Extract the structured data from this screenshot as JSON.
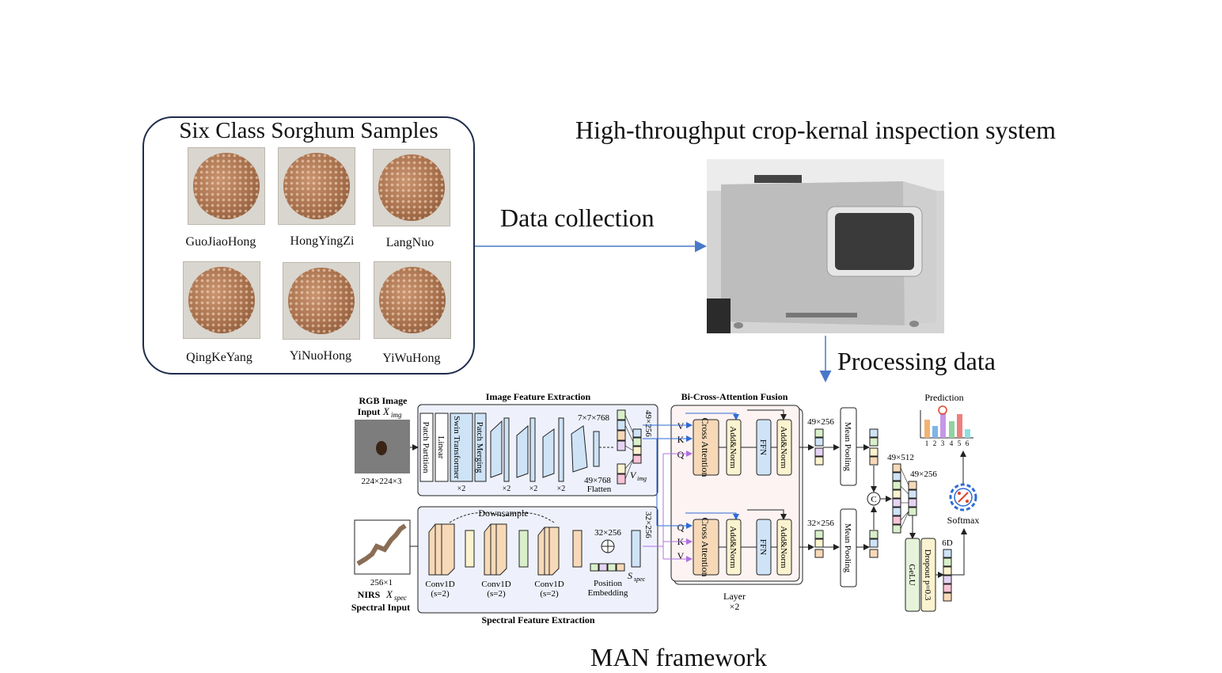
{
  "samples": {
    "title": "Six Class Sorghum Samples",
    "items": [
      "GuoJiaoHong",
      "HongYingZi",
      "LangNuo",
      "QingKeYang",
      "YiNuoHong",
      "YiWuHong"
    ]
  },
  "system_title": "High-throughput crop-kernal inspection system",
  "data_collection": "Data collection",
  "processing_data": "Processing data",
  "framework_title": "MAN framework",
  "colors": {
    "arrow_blue": "#4a78c8",
    "box_border": "#1f2d4d",
    "panel_bg": "#eef1fb",
    "peach": "#f7d9b8",
    "lightblue": "#cfe3f7",
    "yellow": "#fbf3cf",
    "green": "#d9efc9"
  },
  "diagram": {
    "rgb_input": {
      "title_line1": "RGB Image",
      "title_line2": "Input",
      "var": "X",
      "sub": "img",
      "dims": "224×224×3"
    },
    "nirs_input": {
      "dims": "256×1",
      "title_line1": "NIRS",
      "var": "X",
      "sub": "spec",
      "title_line2": "Spectral Input"
    },
    "image_feature_title": "Image Feature Extraction",
    "spectral_feature_title": "Spectral Feature Extraction",
    "img_blocks": [
      "Patch Partition",
      "Linear",
      "Swin Transformer",
      "Patch Merging"
    ],
    "x2": "×2",
    "dim_7x7x768": "7×7×768",
    "dim_49x768": "49×768",
    "flatten": "Flatten",
    "dim_49x256": "49×256",
    "v_img": "V",
    "v_img_sub": "img",
    "downsample": "Downsample",
    "conv": "Conv1D",
    "conv_stride": "(s=2)",
    "dim_32x256": "32×256",
    "position_embedding_1": "Position",
    "position_embedding_2": "Embedding",
    "s_spec": "S",
    "s_spec_sub": "spec",
    "fusion_title": "Bi-Cross-Attention Fusion",
    "vkq_top": [
      "V",
      "K",
      "Q"
    ],
    "qkv_bottom": [
      "Q",
      "K",
      "V"
    ],
    "cross_attention": "Cross Attention",
    "add_norm": "Add&Norm",
    "ffn": "FFN",
    "layer": "Layer",
    "mean_pooling": "Mean Pooling",
    "dim_49x512": "49×512",
    "concat": "C",
    "gelu": "GeLU",
    "dropout": "Dropout p=0.3",
    "dim_6d": "6D",
    "softmax": "Softmax",
    "prediction": "Prediction",
    "pred_ticks": [
      "1",
      "2",
      "3",
      "4",
      "5",
      "6"
    ]
  }
}
